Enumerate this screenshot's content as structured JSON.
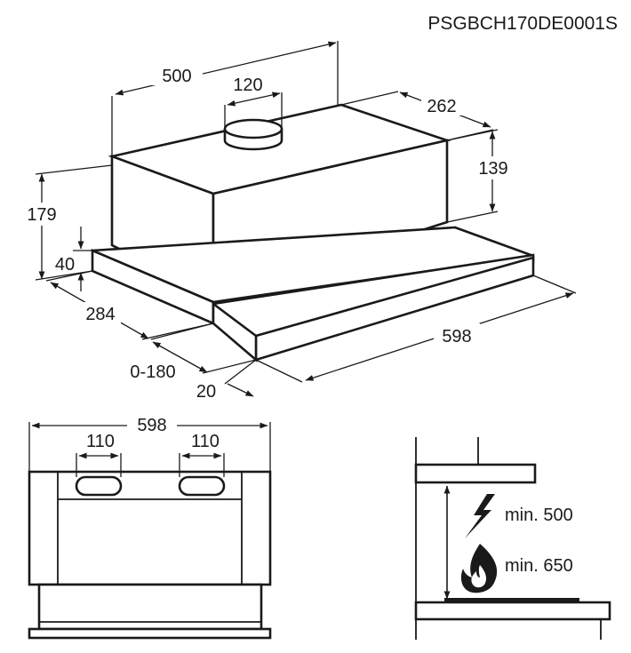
{
  "model_code": "PSGBCH170DE0001S",
  "top_view": {
    "dim_width_top": "500",
    "dim_outlet": "120",
    "dim_depth": "262",
    "dim_body_height": "139",
    "dim_total_height": "179",
    "dim_tray_height": "40",
    "dim_side_depth": "284",
    "dim_slide": "0-180",
    "dim_front": "20",
    "dim_width": "598"
  },
  "front_view": {
    "dim_width": "598",
    "dim_outlet_left": "110",
    "dim_outlet_right": "110"
  },
  "clearance": {
    "electric_label": "min. 500",
    "gas_label": "min. 650"
  },
  "colors": {
    "line": "#1a1a1a",
    "panel_light": "#ffffff",
    "panel_shade": "#e6e6e6"
  }
}
